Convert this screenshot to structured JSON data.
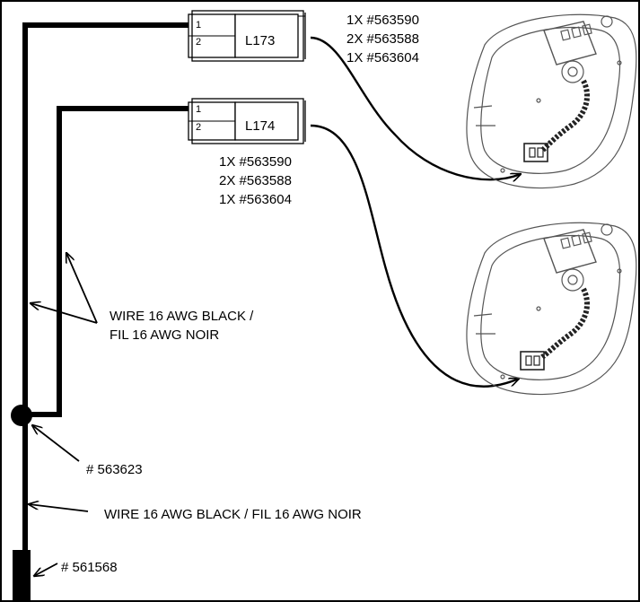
{
  "connectors": {
    "top": {
      "name": "L173",
      "pin1": "1",
      "pin2": "2"
    },
    "bottom": {
      "name": "L174",
      "pin1": "1",
      "pin2": "2"
    }
  },
  "parts": {
    "top": {
      "line1": "1X #563590",
      "line2": "2X #563588",
      "line3": "1X #563604"
    },
    "bottom": {
      "line1": "1X #563590",
      "line2": "2X #563588",
      "line3": "1X #563604"
    }
  },
  "callouts": {
    "wire_pair_line1": "WIRE 16 AWG BLACK /",
    "wire_pair_line2": "FIL 16 AWG NOIR",
    "splice": "# 563623",
    "wire_main": "WIRE 16 AWG BLACK / FIL 16 AWG NOIR",
    "terminal": "# 561568"
  },
  "colors": {
    "wire": "#000000",
    "line_art": "#555555"
  }
}
